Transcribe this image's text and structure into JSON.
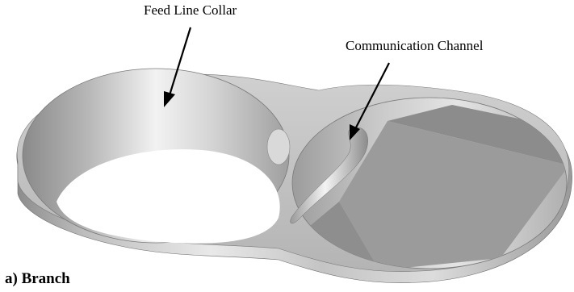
{
  "labels": {
    "feed_line_collar": "Feed Line Collar",
    "communication_channel": "Communication Channel"
  },
  "caption": "a) Branch"
}
